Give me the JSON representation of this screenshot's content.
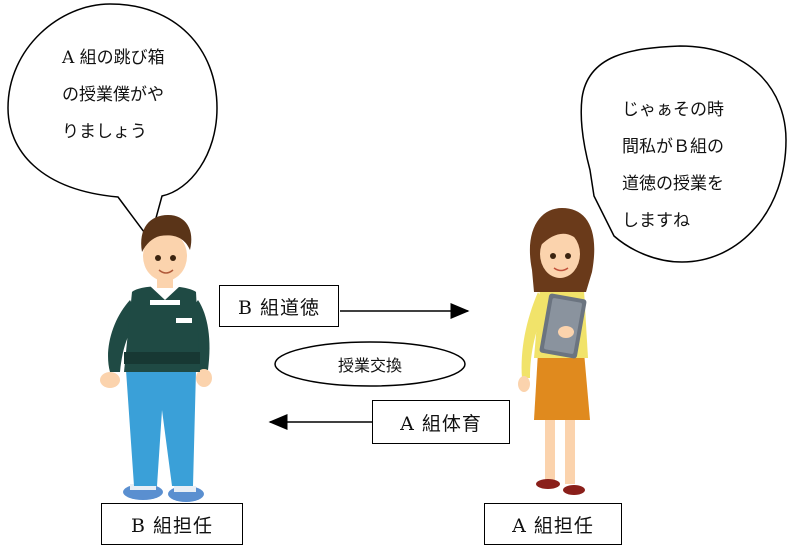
{
  "speech_left": {
    "text": "A 組の跳び箱\nの授業僕がや\nりましょう"
  },
  "speech_right": {
    "text": "じゃぁその時\n間私がＢ組の\n道徳の授業を\nしますね"
  },
  "box_b_moral": {
    "label": "B 組道徳"
  },
  "box_a_pe": {
    "label": "A 組体育"
  },
  "exchange_oval": {
    "label": "授業交換"
  },
  "label_b_teacher": {
    "label": "B 組担任"
  },
  "label_a_teacher": {
    "label": "A 組担任"
  },
  "colors": {
    "boy_shirt": "#1f4a44",
    "boy_pants": "#3aa0d8",
    "boy_hair": "#5a3418",
    "girl_top": "#f1e36a",
    "girl_skirt": "#e08a1e",
    "girl_hair": "#6a3a1a",
    "skin": "#fbd3ad",
    "tablet": "#6b7480"
  }
}
